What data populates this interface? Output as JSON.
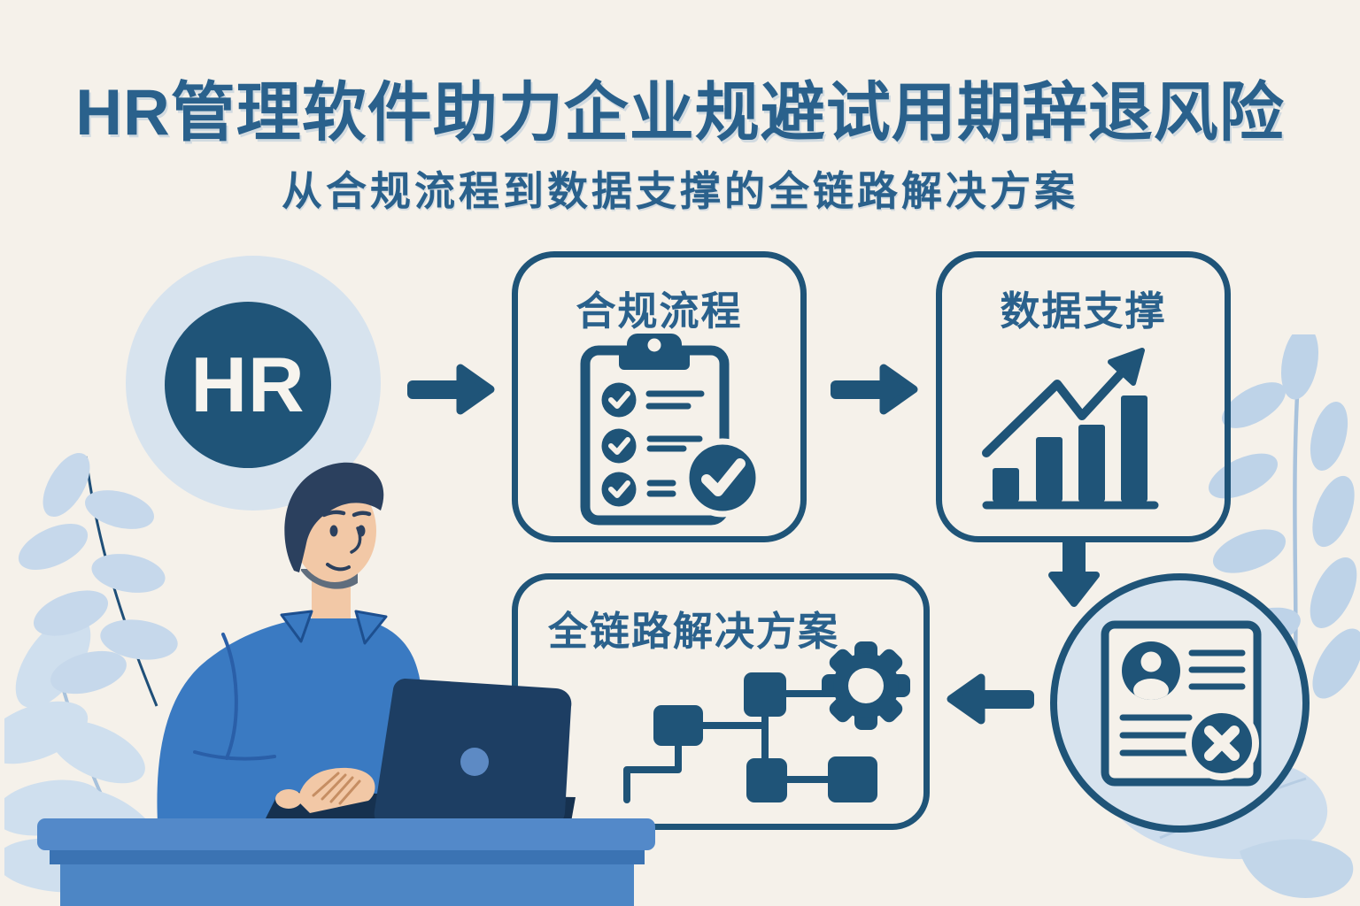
{
  "poster": {
    "title": "HR管理软件助力企业规避试用期辞退风险",
    "subtitle": "从合规流程到数据支撑的全链路解决方案"
  },
  "flow": {
    "source_badge": {
      "label": "HR"
    },
    "steps": [
      {
        "label": "合规流程",
        "icon": "clipboard-checklist-icon"
      },
      {
        "label": "数据支撑",
        "icon": "growth-bar-chart-icon"
      },
      {
        "label": "全链路解决方案",
        "icon": "flowchart-gear-icon"
      },
      {
        "label": "",
        "icon": "employee-record-dismissal-icon"
      }
    ],
    "arrows": [
      "right",
      "right",
      "down",
      "left"
    ]
  },
  "colors": {
    "background": "#f5f1ea",
    "primary_blue": "#1f5478",
    "title_blue": "#2a618c",
    "halo_blue": "#d7e3ee",
    "leaf_light": "#cfdfee",
    "leaf_mid": "#bed3e8",
    "shirt_blue": "#3a7ac2",
    "desk_blue": "#4d86c5",
    "laptop_navy": "#1d3e63",
    "skin": "#f2c8a6",
    "hair_navy": "#2b405e"
  }
}
